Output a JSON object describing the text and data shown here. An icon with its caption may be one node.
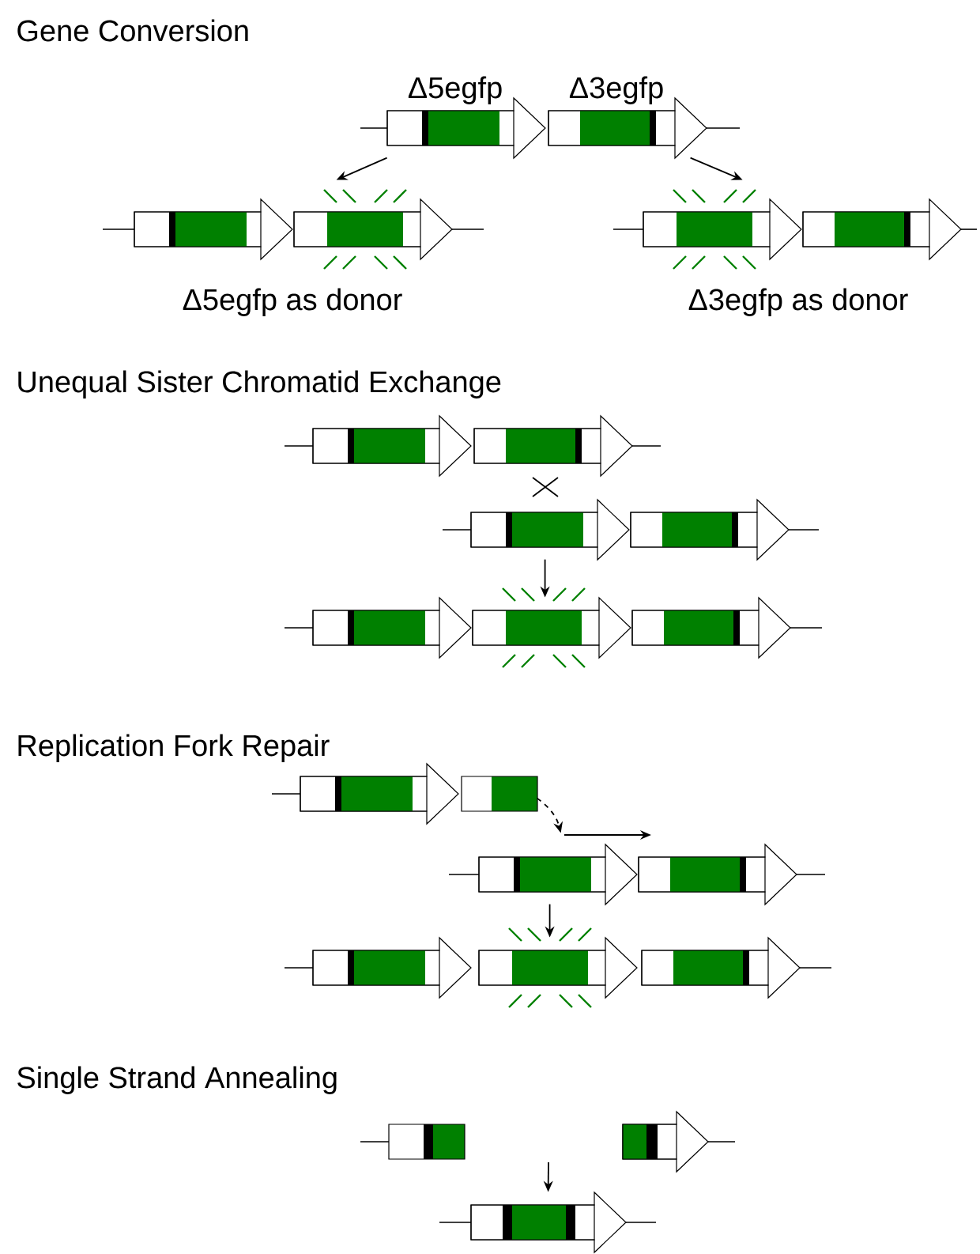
{
  "diagram": {
    "nodes": [
      {
        "text": [],
        "shape": "bar",
        "beside": [
          "Δ5egfp",
          "Δ3egfp"
        ]
      },
      {
        "text": [],
        "shape": "bar",
        "beside": [
          "Δ5egfp as donor"
        ]
      },
      {
        "text": [],
        "shape": "bar",
        "beside": [
          "Δ3egfp as donor"
        ]
      },
      {
        "text": [],
        "shape": "bar"
      },
      {
        "text": [],
        "shape": "bar"
      },
      {
        "text": [],
        "shape": "bar"
      },
      {
        "text": [],
        "shape": "bar"
      },
      {
        "text": [],
        "shape": "bar"
      },
      {
        "text": [],
        "shape": "bar"
      },
      {
        "text": [],
        "shape": "bar"
      },
      {
        "text": [],
        "shape": "bar"
      },
      {
        "text": [],
        "shape": "bar"
      }
    ],
    "edges": [
      {
        "from": 0,
        "to": 1,
        "arrow": "to"
      },
      {
        "from": 0,
        "to": 2,
        "arrow": "to"
      },
      {
        "from": 4,
        "to": 5,
        "arrow": "to"
      },
      {
        "from": 6,
        "to": 7,
        "arrow": "to",
        "style": "dashed"
      },
      {
        "from": 7,
        "to": 8,
        "arrow": "to"
      },
      {
        "from": null,
        "to": 11,
        "arrow": "to"
      }
    ],
    "labels": [
      "Gene Conversion",
      "Unequal Sister Chromatid Exchange",
      "Replication Fork Repair",
      "Single Strand Annealing"
    ]
  }
}
